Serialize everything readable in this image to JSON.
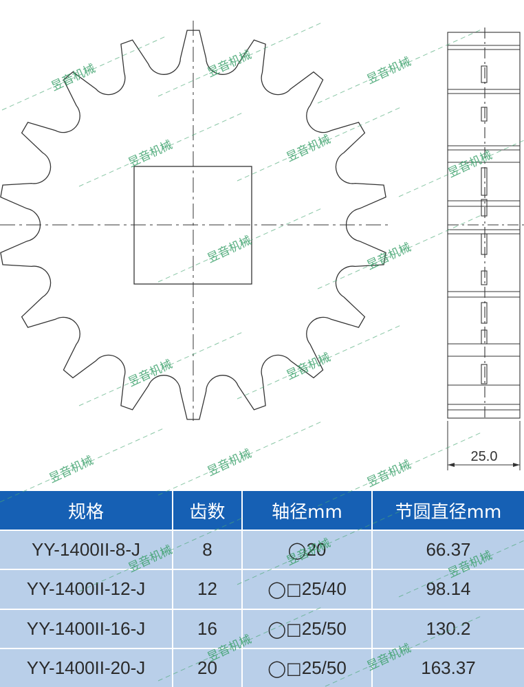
{
  "drawing": {
    "width_dimension": "25.0",
    "tooth_count_shown": 18
  },
  "table": {
    "headers": [
      "规格",
      "齿数",
      "轴径mm",
      "节圆直径mm"
    ],
    "rows": [
      {
        "spec": "YY-1400II-8-J",
        "teeth": "8",
        "symbols": "◯",
        "bore": "20",
        "pitch": "66.37"
      },
      {
        "spec": "YY-1400II-12-J",
        "teeth": "12",
        "symbols": "◯□",
        "bore": "25/40",
        "pitch": "98.14"
      },
      {
        "spec": "YY-1400II-16-J",
        "teeth": "16",
        "symbols": "◯□",
        "bore": "25/50",
        "pitch": "130.2"
      },
      {
        "spec": "YY-1400II-20-J",
        "teeth": "20",
        "symbols": "◯□",
        "bore": "25/50",
        "pitch": "163.37"
      }
    ]
  },
  "watermark": {
    "text": "昱音机械"
  },
  "colors": {
    "header_bg": "#1660b4",
    "row_bg": "#b9cfe9",
    "watermark": "#3aa06a",
    "line": "#333333"
  }
}
